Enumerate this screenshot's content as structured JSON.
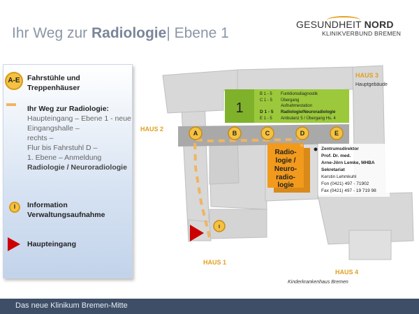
{
  "header": {
    "title_prefix": "Ihr Weg zur ",
    "title_bold": "Radiologie",
    "title_suffix": "| Ebene 1"
  },
  "logo": {
    "line1_a": "GESUNDHEIT ",
    "line1_b": "NORD",
    "line2": "KLINIKVERBUND BREMEN"
  },
  "legend": {
    "ae_badge": "A-E",
    "ae_label_1": "Fahrstühle und",
    "ae_label_2": "Treppenhäuser",
    "route_title_1": "Ihr Weg  zur Radiologie:",
    "route_desc": [
      "Haupteingang – Ebene 1 - neue",
      "Eingangshalle –",
      "rechts –",
      "Flur bis Fahrstuhl D –",
      "1. Ebene – Anmeldung"
    ],
    "route_target": "Radiologie / Neuroradiologie",
    "info_badge": "I",
    "info_label_1": "Information",
    "info_label_2": "Verwaltungsaufnahme",
    "entrance_label": "Haupteingang"
  },
  "map": {
    "haus3": "HAUS 3",
    "haus3_sub": "Hauptgebäude",
    "haus2": "HAUS 2",
    "haus1": "HAUS 1",
    "haus4": "HAUS 4",
    "haus4_sub": "Kinderkrankenhaus Bremen",
    "level_number": "1",
    "green_table": [
      {
        "code": "B 1  - 5",
        "label": "Funktionsdiagnostik",
        "bold": false
      },
      {
        "code": "C 1  - 5",
        "label": "Übergang",
        "bold": false
      },
      {
        "code": "",
        "label": "Aufnahmestation",
        "bold": false
      },
      {
        "code": "D 1  - 5",
        "label": "Radiologie/Neuroradiologie",
        "bold": true
      },
      {
        "code": "E 1  - 5",
        "label": "Ambulanz 5 / Übergang Hs. 4",
        "bold": false
      }
    ],
    "elevators": [
      "A",
      "B",
      "C",
      "D",
      "E"
    ],
    "radiology_box": [
      "Radio-",
      "logie /",
      "Neuro-",
      "radio-",
      "logie"
    ],
    "info_marker": "I",
    "contact": {
      "title": "Zentrumsdirektor",
      "name_1": "Prof. Dr. med.",
      "name_2": "Arne-Jörn Lemke, MHBA",
      "secretariat": "Sekretariat",
      "person": "Kerstin Lehmkuhl",
      "phone": "Fon (0421) 497 - 71902",
      "fax": "Fax (0421) 497 - 19 719 98"
    }
  },
  "footer": {
    "text": "Das neue Klinikum Bremen-Mitte"
  }
}
